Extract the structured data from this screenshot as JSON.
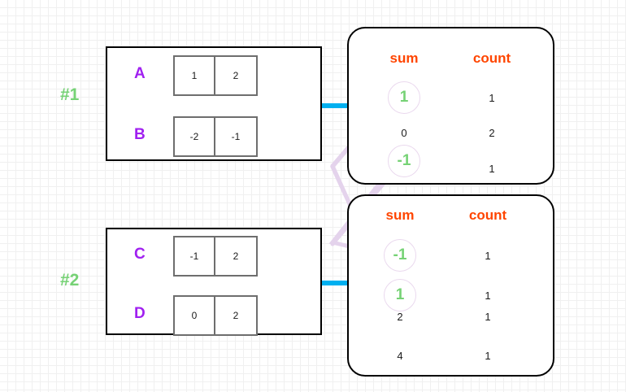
{
  "diagram": {
    "title": "sum-count shuffle diagram",
    "colors": {
      "header": "#ff4500",
      "highlight": "#76d275",
      "row_label": "#a020f0",
      "arrow": "#00b0f0",
      "link": "#e0cfe8",
      "box_border": "#000000",
      "cell_border": "#6e6e6e"
    }
  },
  "groups": [
    {
      "label": "#1",
      "rows": [
        {
          "name": "A",
          "values": [
            "1",
            "2"
          ]
        },
        {
          "name": "B",
          "values": [
            "-2",
            "-1"
          ]
        }
      ]
    },
    {
      "label": "#2",
      "rows": [
        {
          "name": "C",
          "values": [
            "-1",
            "2"
          ]
        },
        {
          "name": "D",
          "values": [
            "0",
            "2"
          ]
        }
      ]
    }
  ],
  "tables": [
    {
      "name": "partial-aggregate-1",
      "headers": {
        "sum": "sum",
        "count": "count"
      },
      "rows": [
        {
          "sum": "1",
          "count": "1",
          "highlight": true
        },
        {
          "sum": "0",
          "count": "2",
          "highlight": false
        },
        {
          "sum": "-1",
          "count": "1",
          "highlight": true
        }
      ]
    },
    {
      "name": "partial-aggregate-2",
      "headers": {
        "sum": "sum",
        "count": "count"
      },
      "rows": [
        {
          "sum": "-1",
          "count": "1",
          "highlight": true
        },
        {
          "sum": "1",
          "count": "1",
          "highlight": true
        },
        {
          "sum": "2",
          "count": "1",
          "highlight": false
        },
        {
          "sum": "4",
          "count": "1",
          "highlight": false
        }
      ]
    }
  ],
  "arrows": [
    {
      "name": "arrow-group-1"
    },
    {
      "name": "arrow-group-2"
    }
  ],
  "links": [
    {
      "from": "table1.sum=1",
      "to": "table2.sum=1"
    },
    {
      "from": "table1.sum=-1",
      "to": "table2.sum=-1"
    }
  ]
}
